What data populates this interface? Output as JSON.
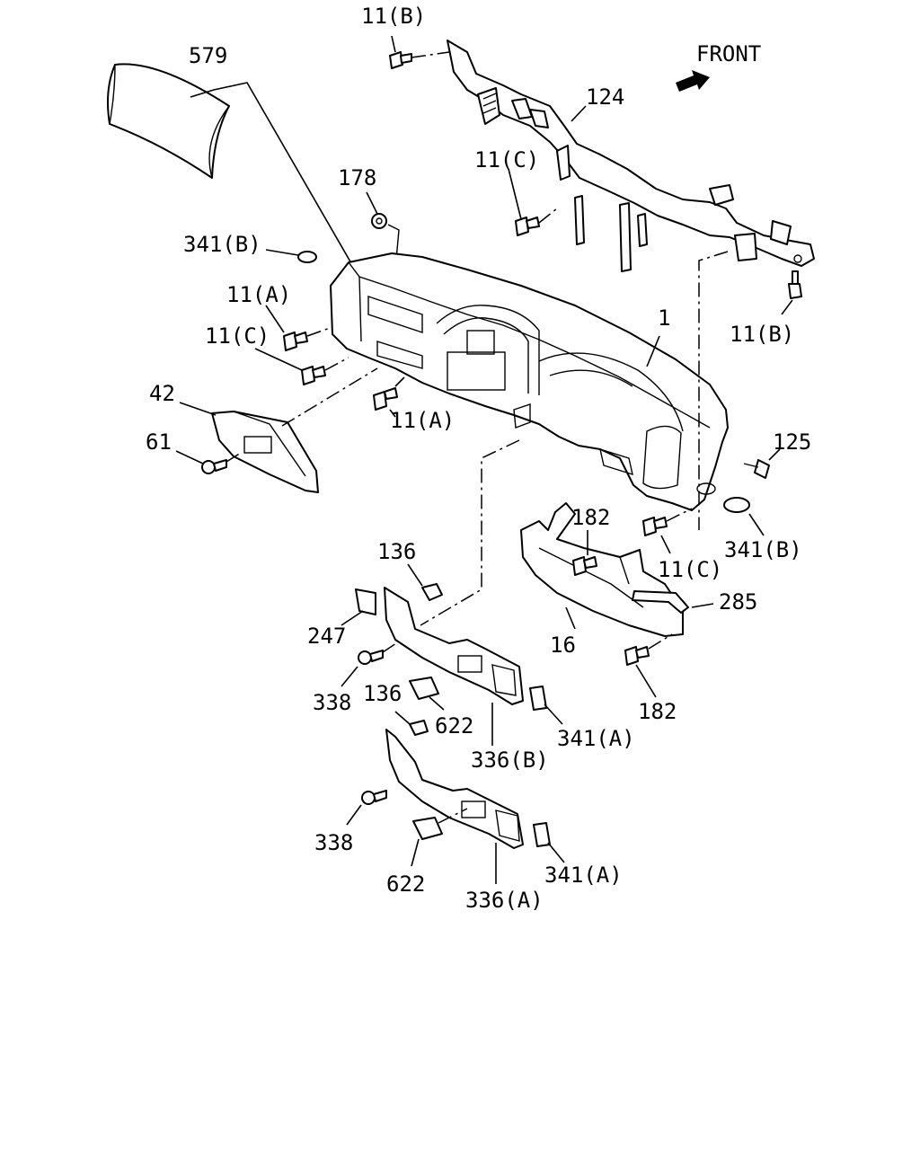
{
  "front_label": "FRONT",
  "callouts": {
    "c11b_top": "11(B)",
    "c579": "579",
    "c124": "124",
    "c178": "178",
    "c11c_top": "11(C)",
    "c341b_left": "341(B)",
    "c11a_left": "11(A)",
    "c11c_left": "11(C)",
    "c1": "1",
    "c11b_right": "11(B)",
    "c42": "42",
    "c11a_mid": "11(A)",
    "c61": "61",
    "c125": "125",
    "c182_top": "182",
    "c136_top": "136",
    "c341b_right": "341(B)",
    "c11c_right": "11(C)",
    "c247": "247",
    "c285": "285",
    "c16": "16",
    "c338_top": "338",
    "c136_mid": "136",
    "c622_top": "622",
    "c182_bottom": "182",
    "c341a_top": "341(A)",
    "c336b": "336(B)",
    "c338_bottom": "338",
    "c622_bottom": "622",
    "c341a_bottom": "341(A)",
    "c336a": "336(A)"
  }
}
